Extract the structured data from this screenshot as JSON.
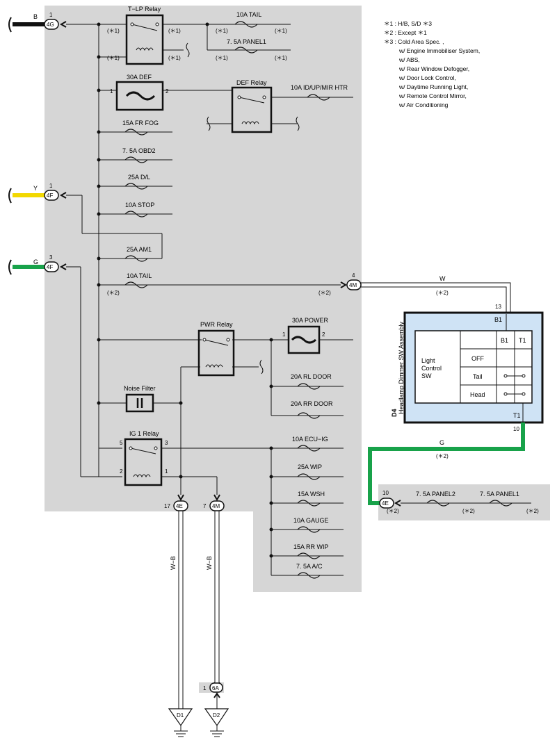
{
  "notes": {
    "n1": "＊1 : H/B,  S/D ＊3",
    "n2": "＊2 : Except ＊1",
    "n3": "＊3 : Cold Area Spec. ,",
    "n3_items": [
      "w/ Engine Immobiliser System,",
      "w/ ABS,",
      "w/ Rear Window Defogger,",
      "w/ Door Lock Control,",
      "w/ Daytime Running Light,",
      "w/ Remote Control Mirror,",
      "w/ Air Conditioning"
    ]
  },
  "relays": {
    "tlp": "T−LP Relay",
    "def": "DEF Relay",
    "pwr": "PWR Relay",
    "ig1": "IG 1 Relay",
    "noise": "Noise Filter"
  },
  "fuses": {
    "tail_top": "10A TAIL",
    "panel1_top": "7. 5A PANEL1",
    "def30": "30A DEF",
    "id_up": "10A ID/UP/MIR HTR",
    "fr_fog": "15A FR FOG",
    "obd2": "7. 5A OBD2",
    "dl": "25A D/L",
    "stop": "10A STOP",
    "am1": "25A AM1",
    "tail_mid": "10A TAIL",
    "power": "30A POWER",
    "rl_door": "20A RL DOOR",
    "rr_door": "20A RR DOOR",
    "ecu_ig": "10A ECU−IG",
    "wip": "25A WIP",
    "wsh": "15A WSH",
    "gauge": "10A GAUGE",
    "rr_wip": "15A RR WIP",
    "ac": "7. 5A A/C",
    "panel2_r": "7. 5A PANEL2",
    "panel1_r": "7. 5A PANEL1"
  },
  "marks": {
    "s1": "(＊1)",
    "s2": "(＊2)"
  },
  "connectors": {
    "c4g": "4G",
    "c4f": "4F",
    "c4m": "4M",
    "c4e": "4E",
    "c6a": "6A",
    "c4e_r": "4E"
  },
  "pins": {
    "p1": "1",
    "p2": "2",
    "p3": "3",
    "p4": "4",
    "p5": "5",
    "p7": "7",
    "p10": "10",
    "p13": "13",
    "p17": "17"
  },
  "wires": {
    "b": "B",
    "y": "Y",
    "g": "G",
    "w": "W",
    "wb": "W−B"
  },
  "colors": {
    "black": "#111111",
    "yellow": "#f2d800",
    "green": "#18a24a",
    "panel": "#d6d6d6",
    "switch_fill": "#cfe3f5"
  },
  "switch": {
    "code": "D4",
    "name": "Headlamp Dimmer SW Assembly",
    "inner_label_1": "Light",
    "inner_label_2": "Control",
    "inner_label_3": "SW",
    "col_b1": "B1",
    "col_t1": "T1",
    "rows": [
      "OFF",
      "Tail",
      "Head"
    ],
    "term_b1": "B1",
    "term_t1": "T1"
  },
  "grounds": {
    "d1": "D1",
    "d2": "D2"
  }
}
